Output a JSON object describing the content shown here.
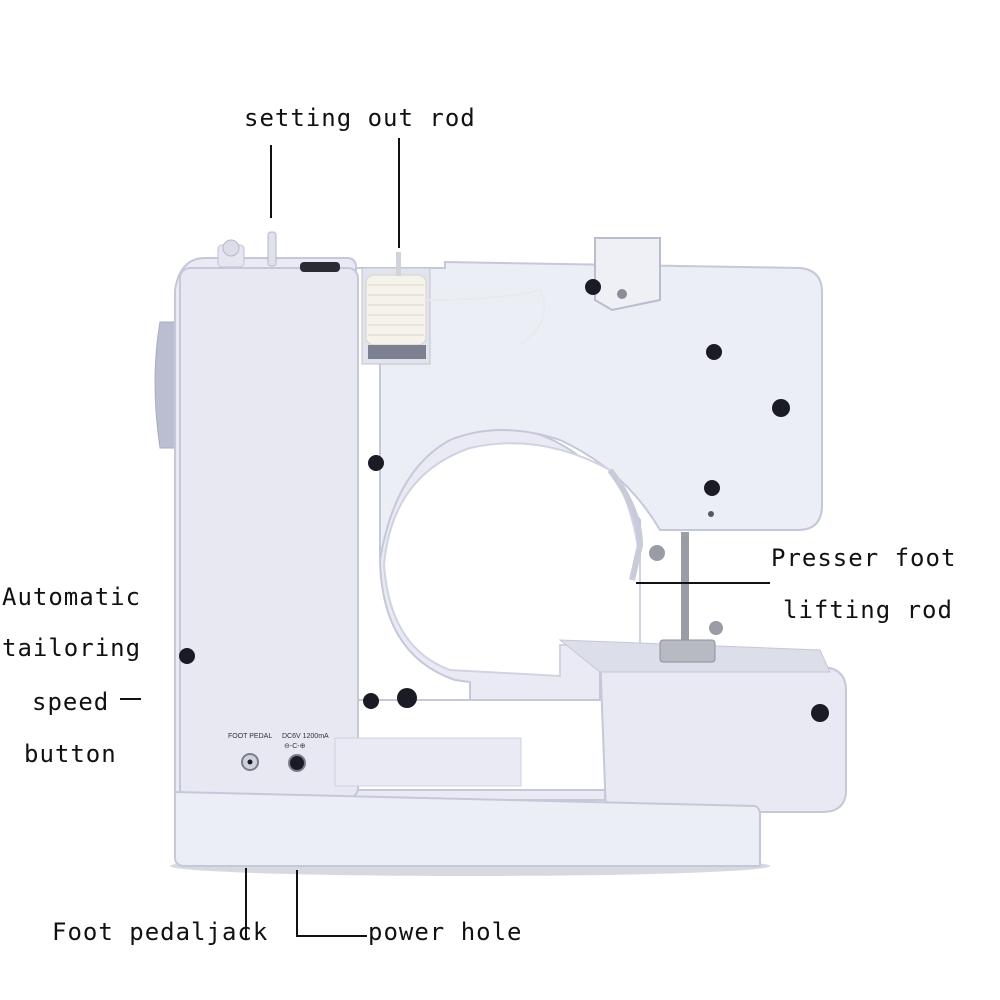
{
  "labels": {
    "setting_out_rod": "setting out rod",
    "presser_foot_line1": "Presser foot",
    "presser_foot_line2": "lifting rod",
    "auto_line1": "Automatic",
    "auto_line2": "tailoring",
    "auto_line3": "speed",
    "auto_line4": "button",
    "foot_pedal_jack": "Foot pedaljack",
    "power_hole": "power hole"
  },
  "panel": {
    "foot_pedal": "FOOT PEDAL",
    "power_rating": "DC6V 1200mA"
  },
  "colors": {
    "body": "#e9eaf3",
    "body_shadow": "#d4d6e4",
    "outline": "#c5c8d8",
    "hole": "#1a1b24",
    "thread": "#f4f2ea",
    "metal": "#9a9ca6",
    "leader": "#111111"
  }
}
